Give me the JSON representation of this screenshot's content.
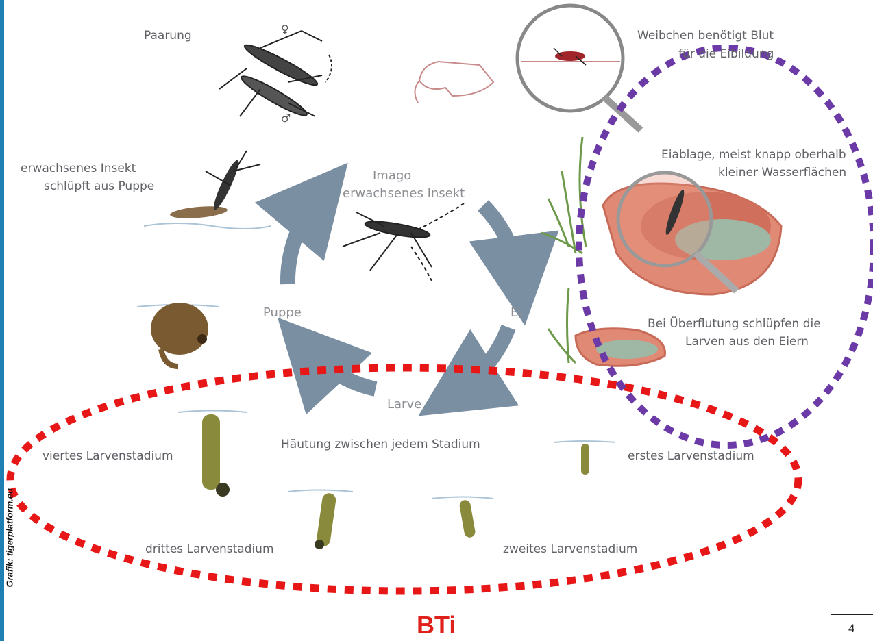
{
  "credit": "Grafik: tigerplatform.eu",
  "page_number": "4",
  "highlight_label": "BTi",
  "cycle": {
    "imago": "Imago",
    "imago_sub": "erwachsenes Insekt",
    "ei": "Ei",
    "larve": "Larve",
    "puppe": "Puppe"
  },
  "captions": {
    "paarung": "Paarung",
    "blut_1": "Weibchen benötigt Blut",
    "blut_2": "für die Eibildung",
    "eiablage_1": "Eiablage, meist knapp oberhalb",
    "eiablage_2": "kleiner Wasserflächen",
    "flut_1": "Bei Überflutung schlüpfen die",
    "flut_2": "Larven aus den Eiern",
    "schlupf_1": "erwachsenes Insekt",
    "schlupf_2": "schlüpft aus Puppe",
    "haeutung": "Häutung zwischen jedem Stadium",
    "larve1": "erstes Larvenstadium",
    "larve2": "zweites Larvenstadium",
    "larve3": "drittes Larvenstadium",
    "larve4": "viertes Larvenstadium"
  },
  "colors": {
    "arrow": "#7b8fa3",
    "red_ellipse": "#e81717",
    "purple_ellipse": "#6c3aa6",
    "sidebar": "#1f7fb3",
    "bowl": "#e08a76",
    "water": "#9fb7a5",
    "larva": "#8a8a3c",
    "pupa": "#7a5a30"
  },
  "icons": [
    "mosquito-icon",
    "magnifier-icon",
    "hand-icon",
    "grass-icon",
    "bowl-icon",
    "larva-icon",
    "pupa-icon"
  ]
}
